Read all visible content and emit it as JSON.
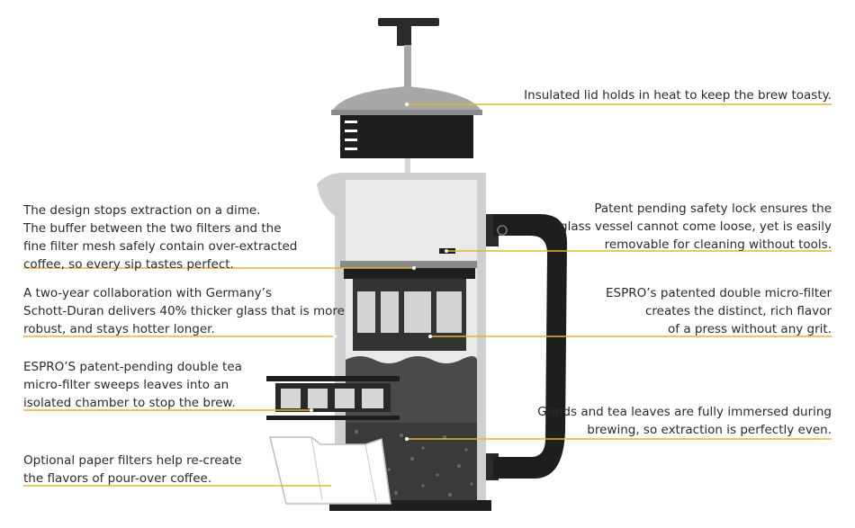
{
  "colors": {
    "leader": "#e8b431",
    "dark": "#2a2a2a",
    "glass": "#c9c9c9",
    "steel": "#a7a7a7",
    "coffee": "#4a4a4a"
  },
  "annotations": {
    "lid": [
      "Insulated lid holds in heat to keep the brew toasty."
    ],
    "lock": [
      "Patent pending safety lock ensures the",
      "glass vessel cannot come loose, yet is easily",
      "removable for cleaning without tools."
    ],
    "micro_filter": [
      "ESPRO’s patented double micro-filter",
      "creates the distinct, rich flavor",
      "of a press without any grit."
    ],
    "immersion": [
      "Grinds and tea leaves are fully immersed during",
      "brewing, so extraction is perfectly even."
    ],
    "buffer": [
      "The design stops extraction on a dime.",
      "The buffer between the two filters and the",
      "fine filter mesh safely contain over-extracted",
      "coffee, so every sip tastes perfect."
    ],
    "glass": [
      "A two-year collaboration with Germany’s",
      "Schott-Duran delivers 40% thicker glass that is more",
      "robust, and stays hotter longer."
    ],
    "tea_filter": [
      "ESPRO’S patent-pending double tea",
      "micro-filter sweeps leaves into an",
      "isolated chamber to stop the brew."
    ],
    "paper_filter": [
      "Optional paper filters help re-create",
      "the flavors of pour-over coffee."
    ]
  }
}
